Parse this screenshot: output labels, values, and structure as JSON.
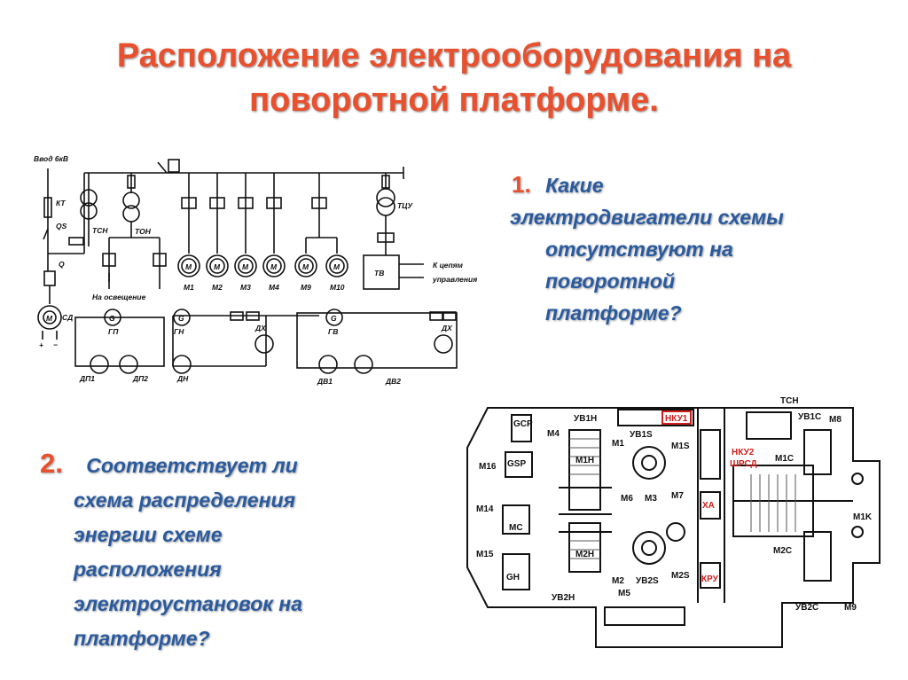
{
  "title": {
    "line1": "Расположение  электрооборудования  на",
    "line2": "поворотной  платформе."
  },
  "question1": {
    "number": "1.",
    "line1": "Какие",
    "line2": "электродвигатели  схемы",
    "line3": "отсутствуют  на",
    "line4": "поворотной",
    "line5": "платформе?"
  },
  "question2": {
    "number": "2.",
    "line1": "Соответствует ли",
    "line2": "схема  распределения",
    "line3": "энергии  схеме",
    "line4": "расположения",
    "line5": "электроустановок  на",
    "line6": "платформе?"
  },
  "schematic": {
    "input_label": "Ввод 6кВ",
    "kt": "КТ",
    "qs": "QS",
    "tsn": "ТСН",
    "ton": "ТОН",
    "q": "Q",
    "sd": "СД",
    "plus": "+",
    "minus": "−",
    "lighting": "На освещение",
    "tcu": "ТЦУ",
    "tv": "ТВ",
    "control_line1": "К цепям",
    "control_line2": "управления",
    "motors": [
      "М1",
      "М2",
      "М3",
      "М4",
      "М9",
      "М10"
    ],
    "motor_symbol": "M",
    "gen_symbol": "G",
    "gp": "ГП",
    "dp1": "ДП1",
    "dp2": "ДП2",
    "gn": "ГН",
    "dn": "ДН",
    "dh1": "ДХ",
    "gv": "ГВ",
    "dh2": "ДХ",
    "dv1": "ДВ1",
    "dv2": "ДВ2"
  },
  "plan": {
    "gcp": "GCP",
    "gsp": "GSP",
    "mc": "MC",
    "gh": "GH",
    "m16": "M16",
    "m14": "M14",
    "m15": "M15",
    "m4": "M4",
    "uv1n": "УВ1Н",
    "m1n": "M1H",
    "m2n": "M2H",
    "uv2n": "УВ2Н",
    "m1": "M1",
    "uv1s": "УВ1S",
    "m1s": "M1S",
    "m6": "M6",
    "m3": "M3",
    "m7": "M7",
    "m2": "M2",
    "m5": "M5",
    "uv2s": "УВ2S",
    "m2s": "M2S",
    "nku1": "НКУ1",
    "nku2": "НКУ2",
    "shrsd": "ШРСД",
    "xa": "ХА",
    "kru": "КРУ",
    "tsn": "ТСН",
    "uv1c": "УВ1С",
    "m8": "M8",
    "m1c": "M1C",
    "m1k": "M1K",
    "m2c": "M2C",
    "uv2c": "УВ2С",
    "m9": "M9"
  }
}
